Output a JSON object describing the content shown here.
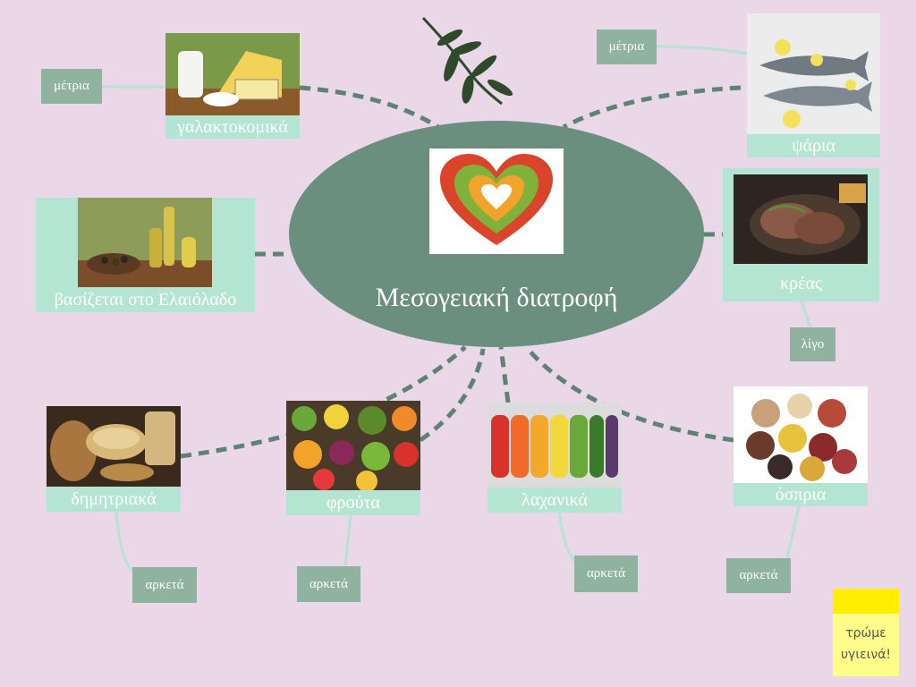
{
  "center": {
    "title": "Μεσογειακή διατροφή",
    "image": "heart-of-vegetables"
  },
  "nodes": [
    {
      "id": "dairy",
      "label": "γαλακτοκομικά",
      "image": "cheese-and-milk",
      "amount": "μέτρια"
    },
    {
      "id": "fish",
      "label": "ψάρια",
      "image": "fish-with-lemon",
      "amount": "μέτρια"
    },
    {
      "id": "oil",
      "label": "βασίζεται στο Ελαιόλαδο",
      "image": "olive-oil-bottles"
    },
    {
      "id": "meat",
      "label": "κρέας",
      "image": "roasted-meat",
      "amount": "λίγο"
    },
    {
      "id": "cereals",
      "label": "δημητριακά",
      "image": "bread-and-grains",
      "amount": "αρκετά"
    },
    {
      "id": "fruits",
      "label": "φρούτα",
      "image": "fruit-assortment",
      "amount": "αρκετά"
    },
    {
      "id": "vegetables",
      "label": "λαχανικά",
      "image": "vegetable-rainbow",
      "amount": "αρκετά"
    },
    {
      "id": "legumes",
      "label": "όσπρια",
      "image": "beans-and-legumes",
      "amount": "αρκετά"
    }
  ],
  "sticky_note": {
    "line1": "τρώμε",
    "line2": "υγιεινά!"
  },
  "colors": {
    "background": "#ead7e7",
    "center": "#6b8f7e",
    "card": "#b4e4d2",
    "tag": "#8fb39f",
    "dashed_link": "#5f8373",
    "solid_link": "#b4e4d2",
    "note": "#fffd8a",
    "note_band": "#ffee00"
  }
}
